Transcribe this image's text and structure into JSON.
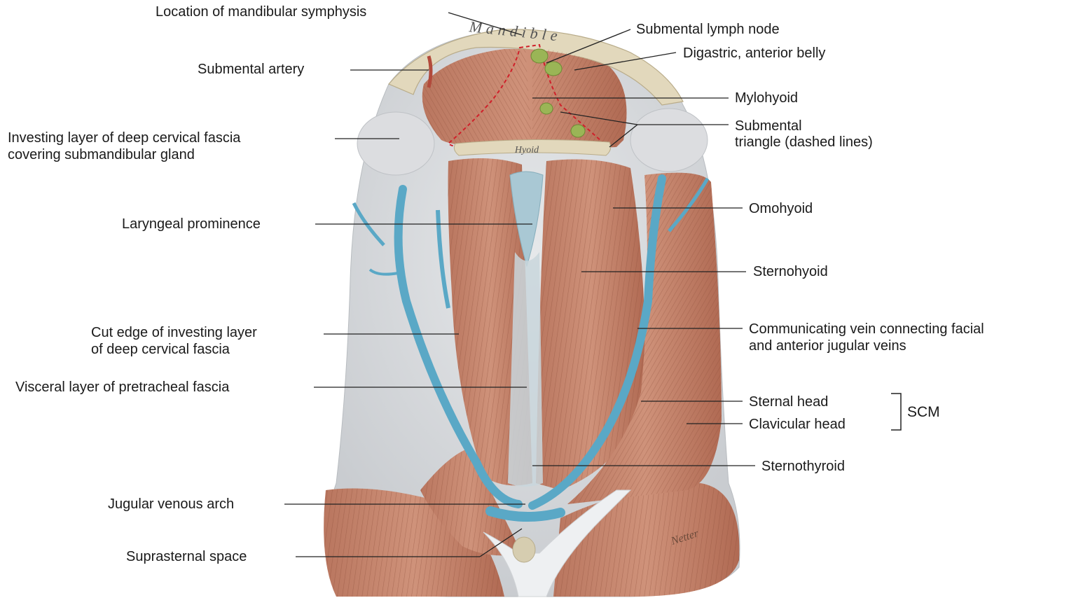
{
  "bone_labels": {
    "mandible": "Mandible",
    "hyoid": "Hyoid"
  },
  "labels_left": {
    "mandibular_symphysis": "Location of mandibular symphysis",
    "submental_artery": "Submental artery",
    "investing_layer_line1": "Investing layer of deep cervical fascia",
    "investing_layer_line2": "covering submandibular gland",
    "laryngeal_prominence": "Laryngeal prominence",
    "cut_edge_line1": "Cut edge of investing layer",
    "cut_edge_line2": "of deep cervical fascia",
    "visceral_layer": "Visceral layer of pretracheal fascia",
    "jugular_venous_arch": "Jugular venous arch",
    "suprasternal_space": "Suprasternal space"
  },
  "labels_right": {
    "submental_lymph_node": "Submental lymph node",
    "digastric": "Digastric, anterior belly",
    "mylohyoid": "Mylohyoid",
    "submental_triangle_line1": "Submental",
    "submental_triangle_line2": "triangle (dashed lines)",
    "omohyoid": "Omohyoid",
    "sternohyoid": "Sternohyoid",
    "communicating_vein_line1": "Communicating vein connecting facial",
    "communicating_vein_line2": "and anterior jugular veins",
    "sternal_head": "Sternal head",
    "clavicular_head": "Clavicular head",
    "scm": "SCM",
    "sternothyroid": "Sternothyroid"
  },
  "signature": "Netter"
}
